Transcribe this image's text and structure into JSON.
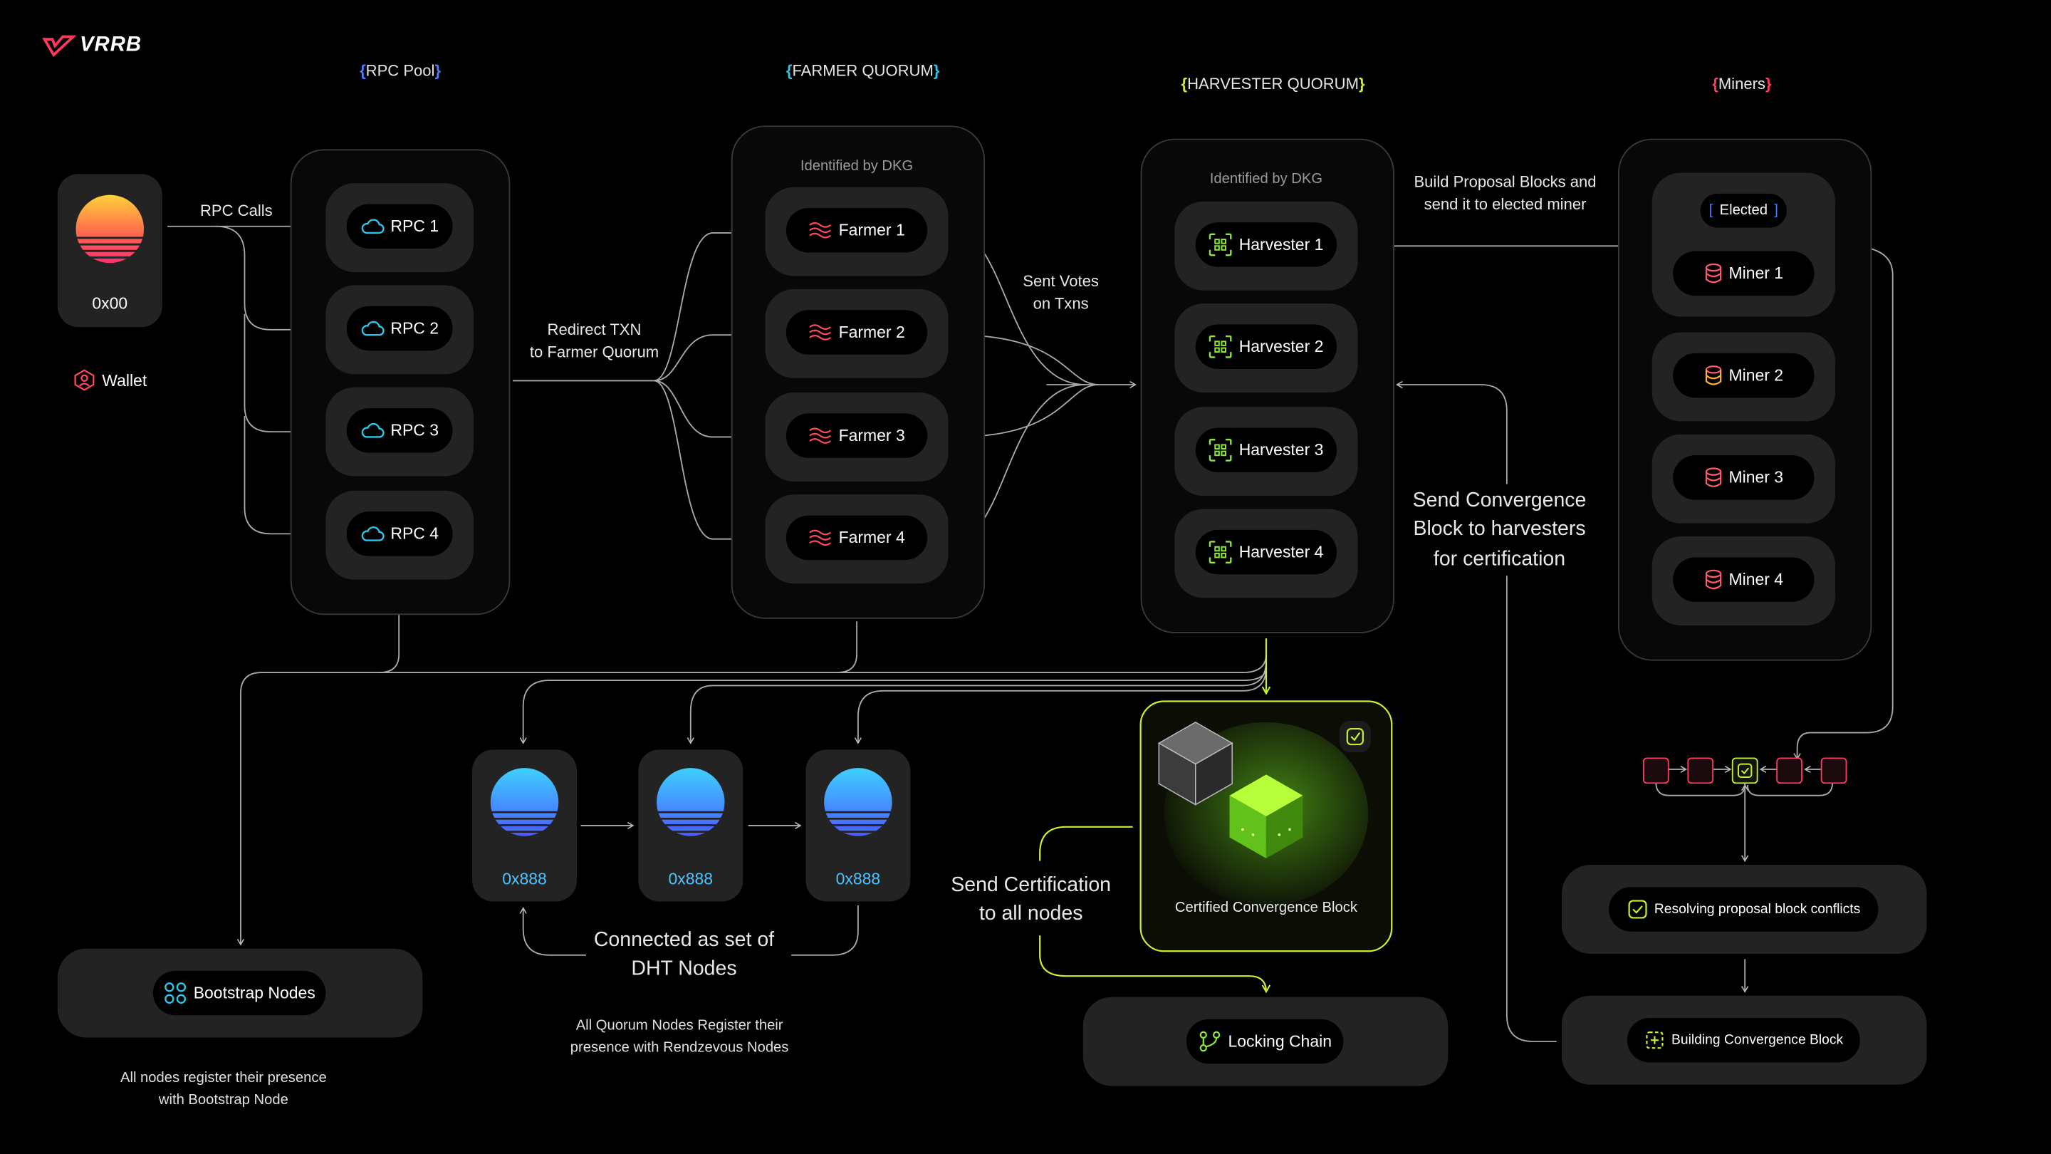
{
  "brand": {
    "logo_text": "VRRB"
  },
  "headers": {
    "rpc_pool": "RPC Pool",
    "farmer_quorum": "FARMER QUORUM",
    "harvester_quorum": "HARVESTER QUORUM",
    "miners": "Miners"
  },
  "wallet": {
    "address": "0x00",
    "label": "Wallet"
  },
  "rpc": {
    "calls_label": "RPC Calls",
    "nodes": [
      "RPC 1",
      "RPC 2",
      "RPC 3",
      "RPC 4"
    ]
  },
  "redirect_label": [
    "Redirect TXN",
    "to Farmer Quorum"
  ],
  "farmers": {
    "note": "Identified by DKG",
    "nodes": [
      "Farmer 1",
      "Farmer 2",
      "Farmer 3",
      "Farmer 4"
    ]
  },
  "votes_label": [
    "Sent Votes",
    "on Txns"
  ],
  "harvesters": {
    "note": "Identified by DKG",
    "nodes": [
      "Harvester 1",
      "Harvester 2",
      "Harvester 3",
      "Harvester 4"
    ]
  },
  "build_label": [
    "Build Proposal Blocks and",
    "send it to elected miner"
  ],
  "convergence_send_label": [
    "Send Convergence",
    "Block to harvesters",
    "for certification"
  ],
  "miners": {
    "elected": "Elected",
    "nodes": [
      "Miner 1",
      "Miner 2",
      "Miner 3",
      "Miner 4"
    ]
  },
  "dht": {
    "nodes": [
      "0x888",
      "0x888",
      "0x888"
    ],
    "label": [
      "Connected as set of",
      "DHT Nodes"
    ],
    "note": [
      "All Quorum Nodes Register their",
      "presence with Rendzevous Nodes"
    ]
  },
  "bootstrap": {
    "label": "Bootstrap Nodes",
    "note": [
      "All nodes register their presence",
      "with Bootstrap Node"
    ]
  },
  "certified_block": {
    "label": "Certified Convergence Block"
  },
  "certification_label": [
    "Send Certification",
    "to all nodes"
  ],
  "locking_chain": {
    "label": "Locking Chain"
  },
  "resolving": {
    "label": "Resolving proposal block conflicts"
  },
  "building": {
    "label": "Building Convergence Block"
  },
  "colors": {
    "rpc": "#2ec5e6",
    "farmer": "#ff4a5e",
    "harvester": "#8fe63a",
    "miner": "#ff5a6e",
    "dht": "#3fb6ff",
    "lime": "#c8f032"
  }
}
